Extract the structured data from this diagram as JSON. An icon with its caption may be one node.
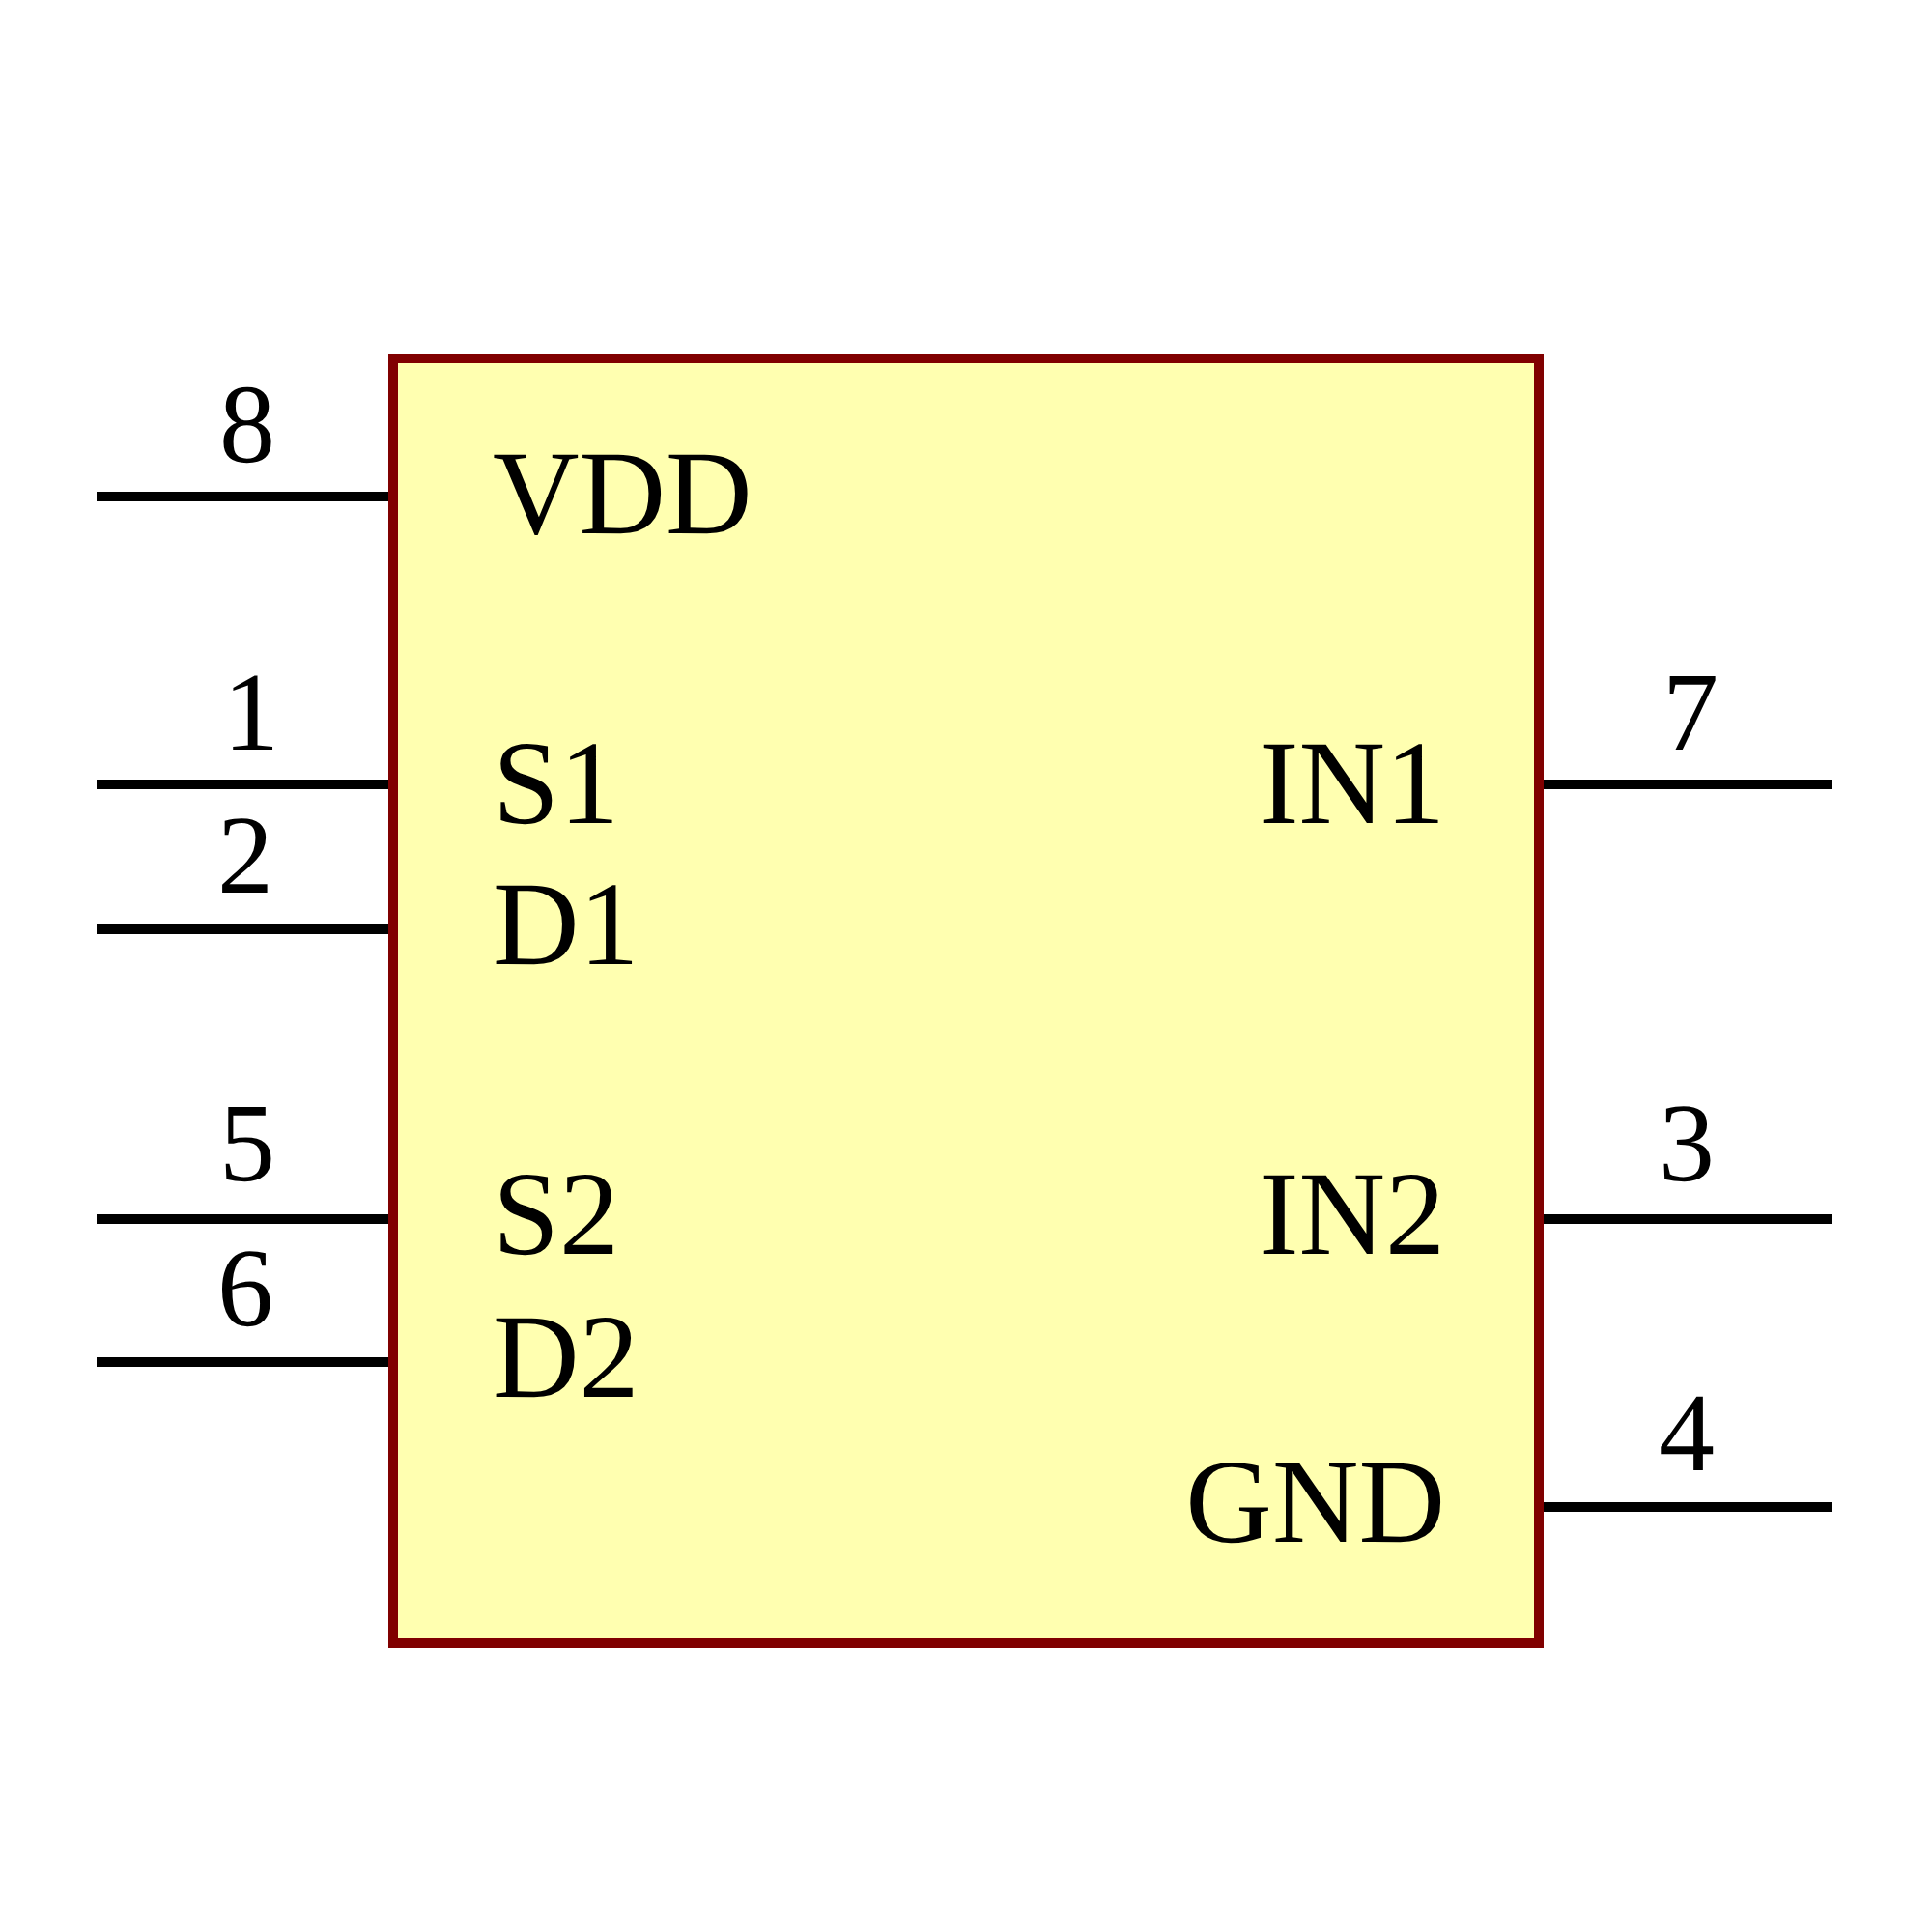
{
  "diagram": {
    "nodes": [
      {
        "text": [
          "VDD",
          "S1",
          "D1",
          "S2",
          "D2",
          "IN1",
          "IN2",
          "GND"
        ]
      }
    ],
    "labels": [
      "8",
      "1",
      "7",
      "2",
      "5",
      "3",
      "6",
      "4"
    ]
  }
}
